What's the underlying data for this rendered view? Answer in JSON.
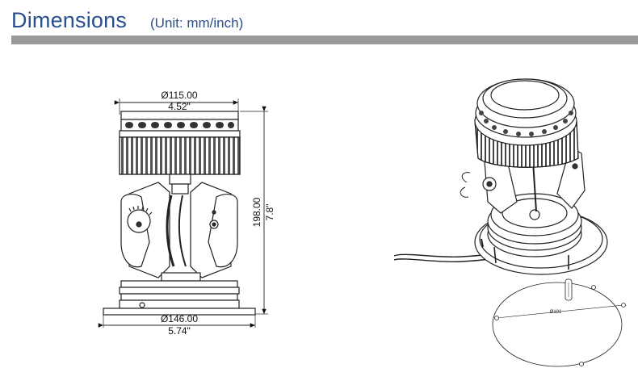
{
  "header": {
    "title": "Dimensions",
    "unit": "(Unit: mm/inch)",
    "accent_color": "#2a4f8f",
    "rule_color": "#9a9a9a"
  },
  "front_view": {
    "top_diameter_mm": "Ø115.00",
    "top_diameter_in": "4.52\"",
    "height_mm": "198.00",
    "height_in": "7.8\"",
    "base_diameter_mm": "Ø146.00",
    "base_diameter_in": "5.74\""
  },
  "iso_view": {
    "cutout_label": "Ø101"
  }
}
